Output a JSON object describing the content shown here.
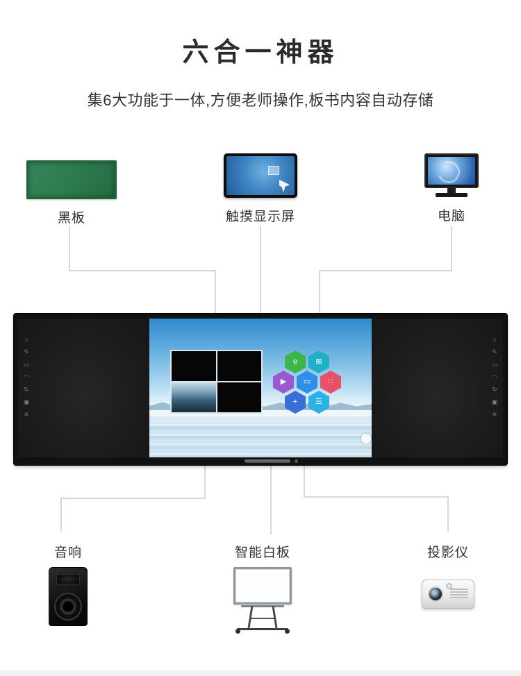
{
  "header": {
    "title": "六合一神器",
    "subtitle": "集6大功能于一体,方便老师操作,板书内容自动存储"
  },
  "features": {
    "blackboard": {
      "label": "黑板"
    },
    "touch_display": {
      "label": "触摸显示屏"
    },
    "computer": {
      "label": "电脑"
    },
    "speaker": {
      "label": "音响"
    },
    "whiteboard": {
      "label": "智能白板"
    },
    "projector": {
      "label": "投影仪"
    }
  },
  "product": {
    "name": "six-in-one-smart-blackboard",
    "screen": {
      "app_icons": [
        {
          "name": "browser",
          "color": "#3cb649",
          "glyph": "e"
        },
        {
          "name": "apps",
          "color": "#1fb0c8",
          "glyph": "⊞"
        },
        {
          "name": "media",
          "color": "#9b59d0",
          "glyph": "▶"
        },
        {
          "name": "screen-share",
          "color": "#2f8fe8",
          "glyph": "▭"
        },
        {
          "name": "app-center",
          "color": "#e8506a",
          "glyph": "∷"
        },
        {
          "name": "files",
          "color": "#3a6fd8",
          "glyph": "+"
        },
        {
          "name": "settings",
          "color": "#2ab1e8",
          "glyph": "☰"
        }
      ],
      "toolbar_glyphs": [
        "⌂",
        "✎",
        "▭",
        "◠",
        "↻",
        "▣",
        "✕"
      ]
    }
  },
  "colors": {
    "line": "#b0b0b0",
    "text": "#333333",
    "blackboard_green": "#2e7d4f"
  }
}
